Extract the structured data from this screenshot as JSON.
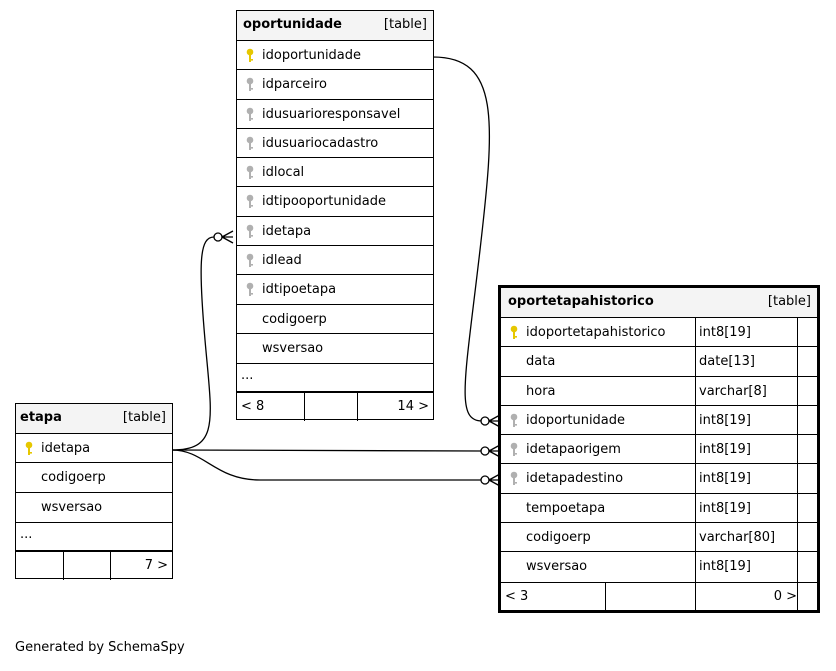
{
  "tables": {
    "oportunidade": {
      "name": "oportunidade",
      "tag": "[table]",
      "columns": [
        "idoportunidade",
        "idparceiro",
        "idusuarioresponsavel",
        "idusuariocadastro",
        "idlocal",
        "idtipooportunidade",
        "idetapa",
        "idlead",
        "idtipoetapa",
        "codigoerp",
        "wsversao"
      ],
      "keys": [
        "primary",
        "foreign",
        "foreign",
        "foreign",
        "foreign",
        "foreign",
        "foreign",
        "foreign",
        "foreign",
        "none",
        "none"
      ],
      "ellipsis": "...",
      "footer_left": "< 8",
      "footer_right": "14 >"
    },
    "etapa": {
      "name": "etapa",
      "tag": "[table]",
      "columns": [
        "idetapa",
        "codigoerp",
        "wsversao"
      ],
      "keys": [
        "primary",
        "none",
        "none"
      ],
      "ellipsis": "...",
      "footer_right": "7 >"
    },
    "oportetapahistorico": {
      "name": "oportetapahistorico",
      "tag": "[table]",
      "columns": [
        {
          "name": "idoportetapahistorico",
          "type": "int8[19]",
          "key": "primary"
        },
        {
          "name": "data",
          "type": "date[13]",
          "key": "none"
        },
        {
          "name": "hora",
          "type": "varchar[8]",
          "key": "none"
        },
        {
          "name": "idoportunidade",
          "type": "int8[19]",
          "key": "foreign"
        },
        {
          "name": "idetapaorigem",
          "type": "int8[19]",
          "key": "foreign"
        },
        {
          "name": "idetapadestino",
          "type": "int8[19]",
          "key": "foreign"
        },
        {
          "name": "tempoetapa",
          "type": "int8[19]",
          "key": "none"
        },
        {
          "name": "codigoerp",
          "type": "varchar[80]",
          "key": "none"
        },
        {
          "name": "wsversao",
          "type": "int8[19]",
          "key": "none"
        }
      ],
      "footer_left": "< 3",
      "footer_right": "0 >"
    }
  },
  "colors": {
    "primary_key": "#e6c700",
    "foreign_key": "#b0b0b0"
  },
  "footer": "Generated by SchemaSpy"
}
